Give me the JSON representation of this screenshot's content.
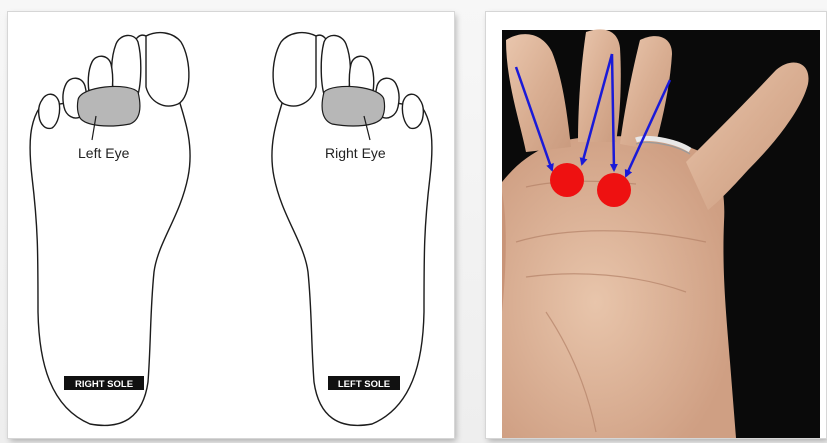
{
  "feet_panel": {
    "left_eye_label": "Left Eye",
    "right_eye_label": "Right Eye",
    "right_sole_tag": "RIGHT SOLE",
    "left_sole_tag": "LEFT SOLE"
  },
  "colors": {
    "eye_zone_fill": "#b7b7b7",
    "outline": "#1c1c1c",
    "marker_dot": "#ee1111",
    "arrow": "#1a1ad8",
    "sole_tag_bg": "#111111"
  }
}
